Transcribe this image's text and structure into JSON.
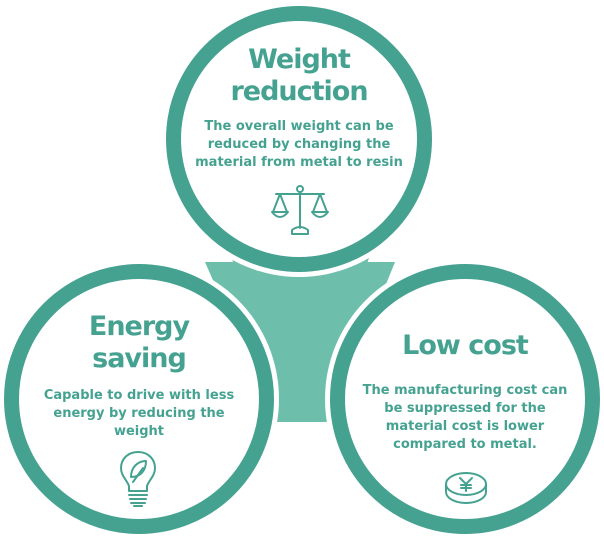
{
  "colors": {
    "accent": "#45a291",
    "center_fill": "#6dbfac",
    "background": "#ffffff"
  },
  "circles": [
    {
      "id": "weight-reduction",
      "title": "Weight\nreduction",
      "description_lines": [
        "The overall weight can be",
        "reduced by changing the",
        "material from metal to resin"
      ],
      "icon": "balance-scale-icon"
    },
    {
      "id": "energy-saving",
      "title": "Energy\nsaving",
      "description_lines": [
        "Capable to drive with less",
        "energy by reducing the",
        "weight"
      ],
      "icon": "leaf-lightbulb-icon"
    },
    {
      "id": "low-cost",
      "title": "Low cost",
      "description_lines": [
        "The manufacturing cost can",
        "be suppressed for the",
        "material cost is lower",
        "compared to metal."
      ],
      "icon": "yen-coin-icon"
    }
  ]
}
